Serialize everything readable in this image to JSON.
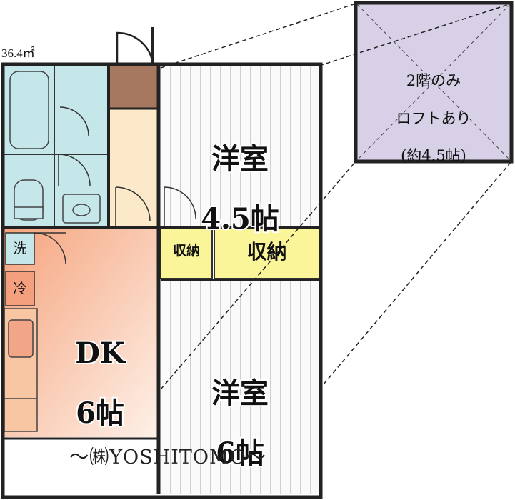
{
  "area_label": "36.4㎡",
  "rooms": {
    "western_upper": {
      "line1": "洋室",
      "line2": "4.5帖"
    },
    "western_lower": {
      "line1": "洋室",
      "line2": "6帖"
    },
    "dk": {
      "line1": "DK",
      "line2": "6帖"
    },
    "storage_small": "収納",
    "storage_large": "収納"
  },
  "tags": {
    "wash": "洗",
    "fridge": "冷"
  },
  "loft_note": {
    "line1": "2階のみ",
    "line2": "ロフトあり",
    "line3": "(約4.5帖)"
  },
  "footer": "～㈱YOSHITOMO～",
  "colors": {
    "bath": "#c6e7ea",
    "hall": "#fbe9c9",
    "entrance": "#a77860",
    "storage": "#fbf59a",
    "floor_stripe": "#dcdcdc",
    "dk_gradient_from": "#f5a47e",
    "dk_gradient_to": "#fef1e8",
    "kitchen": "#f9c6a3",
    "loft": "#d8d0e6"
  }
}
